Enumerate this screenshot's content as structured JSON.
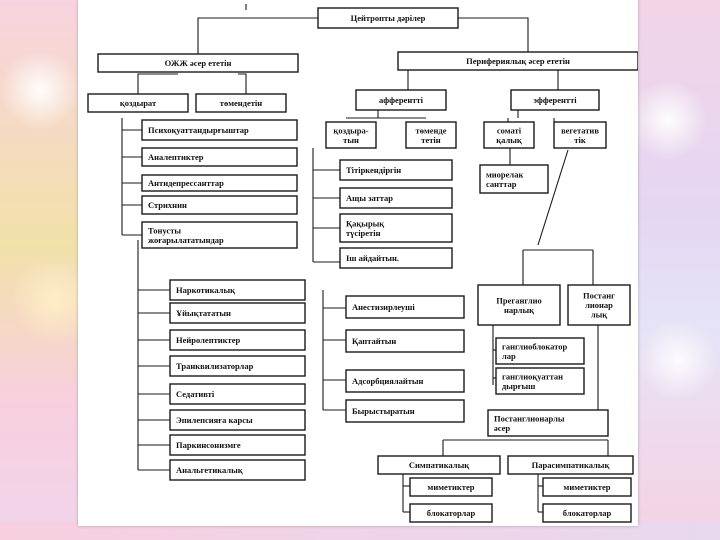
{
  "diagram": {
    "root": "Цейтропты дәрілер",
    "cns": "ОЖЖ әсер ететін",
    "peripheral": "Перифериялық әсер ететін",
    "stimulating": "қоздырат",
    "depressing": "төмендетін",
    "afferent": "афферентті",
    "efferent": "эфферентті",
    "afferent_stim": [
      "қоздыра-",
      "тын"
    ],
    "afferent_depr": [
      "төменде",
      "тетін"
    ],
    "somatic": [
      "соматі",
      "қалық"
    ],
    "vegetative": [
      "вегетатив",
      "тік"
    ],
    "stim_items": [
      [
        "Психоқуаттандырғыштар"
      ],
      [
        "Аналептиктер"
      ],
      [
        "Антидепрессанттар"
      ],
      [
        "Стрихнин"
      ],
      [
        "Тонусты",
        "жоғарылататындар"
      ]
    ],
    "aff_stim_items": [
      [
        "Тітіркендіргін"
      ],
      [
        "Ащы заттар"
      ],
      [
        "Қақырық",
        "түсіретін"
      ],
      [
        "Іш айдайтын."
      ]
    ],
    "muscle_relax": [
      "миорелак",
      "санттар"
    ],
    "depr_items": [
      "Наркотикалық",
      "Ұйықтататын",
      "Нейролептиктер",
      "Транквилизаторлар",
      "Седативті",
      "Эпилепсияға карсы",
      "Паркинсонизмге",
      "Анальгетикалық"
    ],
    "aff_depr_items": [
      "Анестизирлеуші",
      "Қаптайтын",
      "Адсорбциялайтын",
      "Бырыстыратын"
    ],
    "preganglionic": [
      "Преганглио",
      "нарлық"
    ],
    "postganglionic": [
      "Постанг",
      "лионар",
      "лық"
    ],
    "ganglioblockers": [
      "ганглиоблокатор",
      "лар"
    ],
    "ganglioactivators": [
      "ганглиоқуаттан",
      "дырғыш"
    ],
    "post_effect": [
      "Постанглионарлы",
      "әсер"
    ],
    "sympathetic": "Симпатикалық",
    "parasympathetic": "Парасимпатикалық",
    "mimetics": "миметиктер",
    "blockers": "блокаторлар"
  }
}
